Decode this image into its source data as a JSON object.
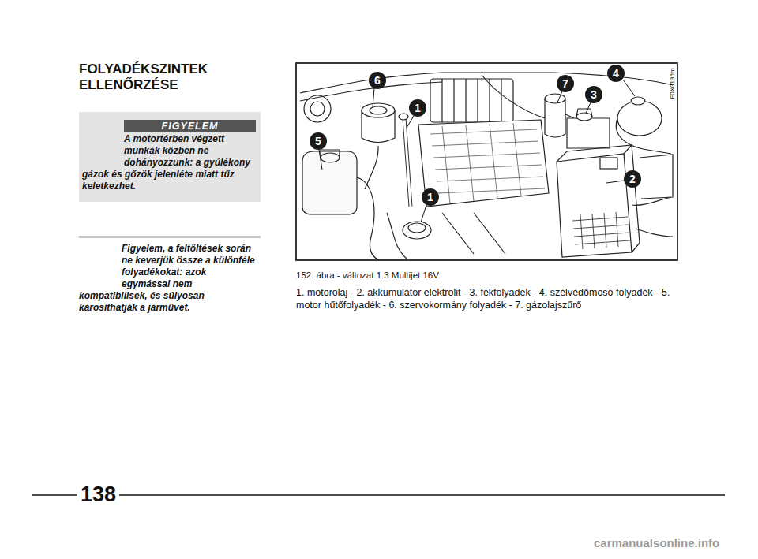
{
  "diagram": {
    "title": "FOLYADÉKSZINTEK ELLENŐRZÉSE",
    "caption": "152. ábra - változat 1.3 Multijet 16V",
    "nodes": [
      {
        "text": [
          "FIGYELEM",
          "A motortérben végzett munkák közben ne dohányozzunk: a gyúlékony gázok és gőzök jelenléte miatt tűz keletkezhet."
        ]
      },
      {
        "text": [
          "Figyelem, a feltöltések során ne keverjük össze a különféle folyadékokat: azok egymással nem kompatibilisek, és súlyosan károsíthatják a járművet."
        ]
      }
    ],
    "labels": [
      "6",
      "1",
      "7",
      "4",
      "3",
      "5",
      "1",
      "2",
      "F0X0136m",
      "1. motorolaj - 2. akkumulátor elektrolit - 3. fékfolyadék - 4. szélvédőmosó folyadék - 5. motor hűtőfolyadék - 6. szervokormány folyadék - 7. gázolajszűrő",
      "138",
      "carmanualsonline.info"
    ]
  }
}
